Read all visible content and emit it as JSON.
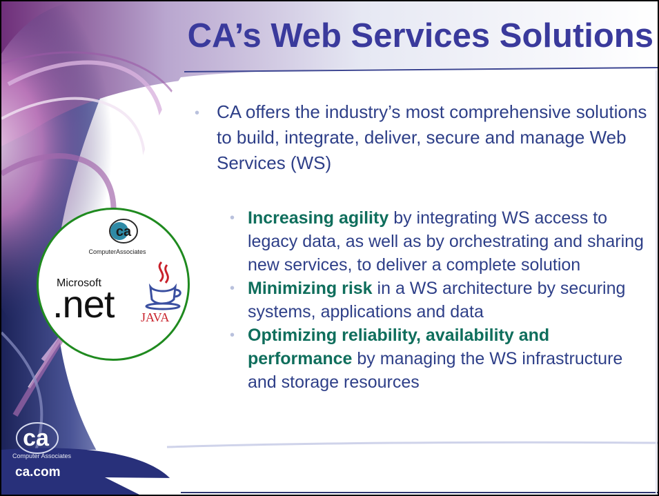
{
  "slide": {
    "title": "CA’s Web Services Solutions",
    "intro_bullet": "•",
    "intro": "CA offers the industry’s most comprehensive solutions to build, integrate, deliver, secure and manage Web Services (WS)",
    "sub_bullet": "•",
    "items": [
      {
        "highlight": "Increasing agility",
        "text": " by integrating WS access to legacy data, as well as by orchestrating and sharing new services, to deliver a complete solution"
      },
      {
        "highlight": "Minimizing risk",
        "text": " in a WS architecture by securing systems, applications and data"
      },
      {
        "highlight": "Optimizing reliability, availability and performance",
        "text": " by managing the WS infrastructure and storage resources"
      }
    ]
  },
  "logo_circle": {
    "ca_label": "ComputerAssociates",
    "microsoft_label": "Microsoft",
    "net_label": ".net",
    "java_label": "JAVA"
  },
  "footer": {
    "company": "Computer Associates",
    "url": "ca.com"
  },
  "colors": {
    "title": "#3a3a9c",
    "body": "#2e3f88",
    "highlight": "#0f6e5c",
    "circle_border": "#1f8a1f",
    "background_dark": "#1e2660"
  },
  "icons": [
    "ca-logo-icon",
    "java-cup-icon"
  ]
}
